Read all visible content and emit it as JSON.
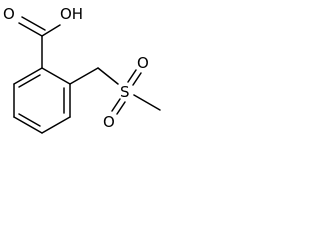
{
  "molecule": {
    "atoms": {
      "oh": "OH",
      "carbonyl_oxygen": "O",
      "sulfur": "S",
      "sulfonyl_oxygen_top": "O",
      "sulfonyl_oxygen_bottom": "O"
    }
  },
  "colors": {
    "bond": "#000000",
    "label": "#000000",
    "background": "#ffffff"
  }
}
